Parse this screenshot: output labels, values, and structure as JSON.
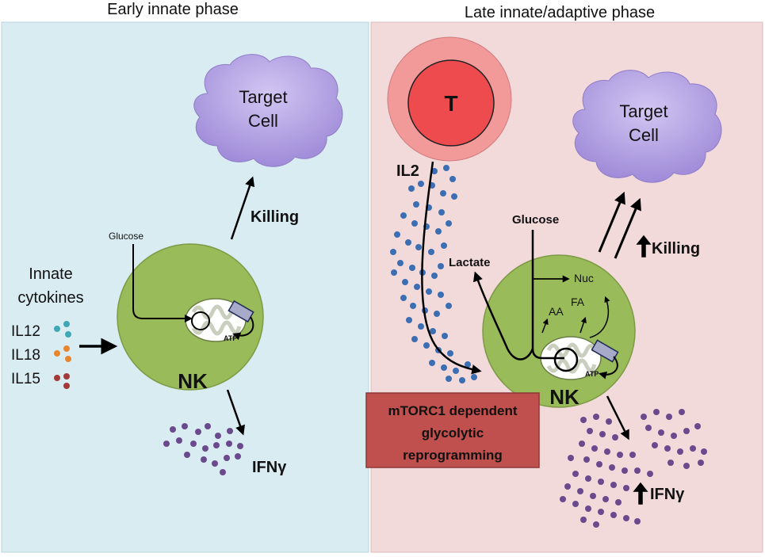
{
  "left_panel": {
    "title": "Early innate phase",
    "target_cell": [
      "Target",
      "Cell"
    ],
    "killing": "Killing",
    "glucose": "Glucose",
    "cytokines_title": [
      "Innate",
      "cytokines"
    ],
    "cytokines": [
      "IL12",
      "IL18",
      "IL15"
    ],
    "atp": "ATP",
    "nk": "NK",
    "ifn": "IFNγ"
  },
  "right_panel": {
    "title": "Late innate/adaptive phase",
    "t_cell": "T",
    "il2": "IL2",
    "target_cell": [
      "Target",
      "Cell"
    ],
    "glucose": "Glucose",
    "lactate": "Lactate",
    "nuc": "Nuc",
    "aa": "AA",
    "fa": "FA",
    "atp": "ATP",
    "nk": "NK",
    "killing": "Killing",
    "ifn": "IFNγ",
    "mtorc_box": [
      "mTORC1 dependent",
      "glycolytic",
      "reprogramming"
    ]
  },
  "colors": {
    "left_bg": "#d9ecf2",
    "right_bg": "#f2d9da",
    "nk_cell": "#9abb59",
    "target_cell": "#b09ee0",
    "t_cell_outer": "#f2999a",
    "t_cell_inner": "#ee4b4e",
    "mtorc_box": "#c0504d",
    "il12_dot": "#3ea8b7",
    "il18_dot": "#e8862e",
    "il15_dot": "#a33a3a",
    "il2_dot": "#3c6eb4",
    "ifn_dot": "#6a4a8c"
  }
}
